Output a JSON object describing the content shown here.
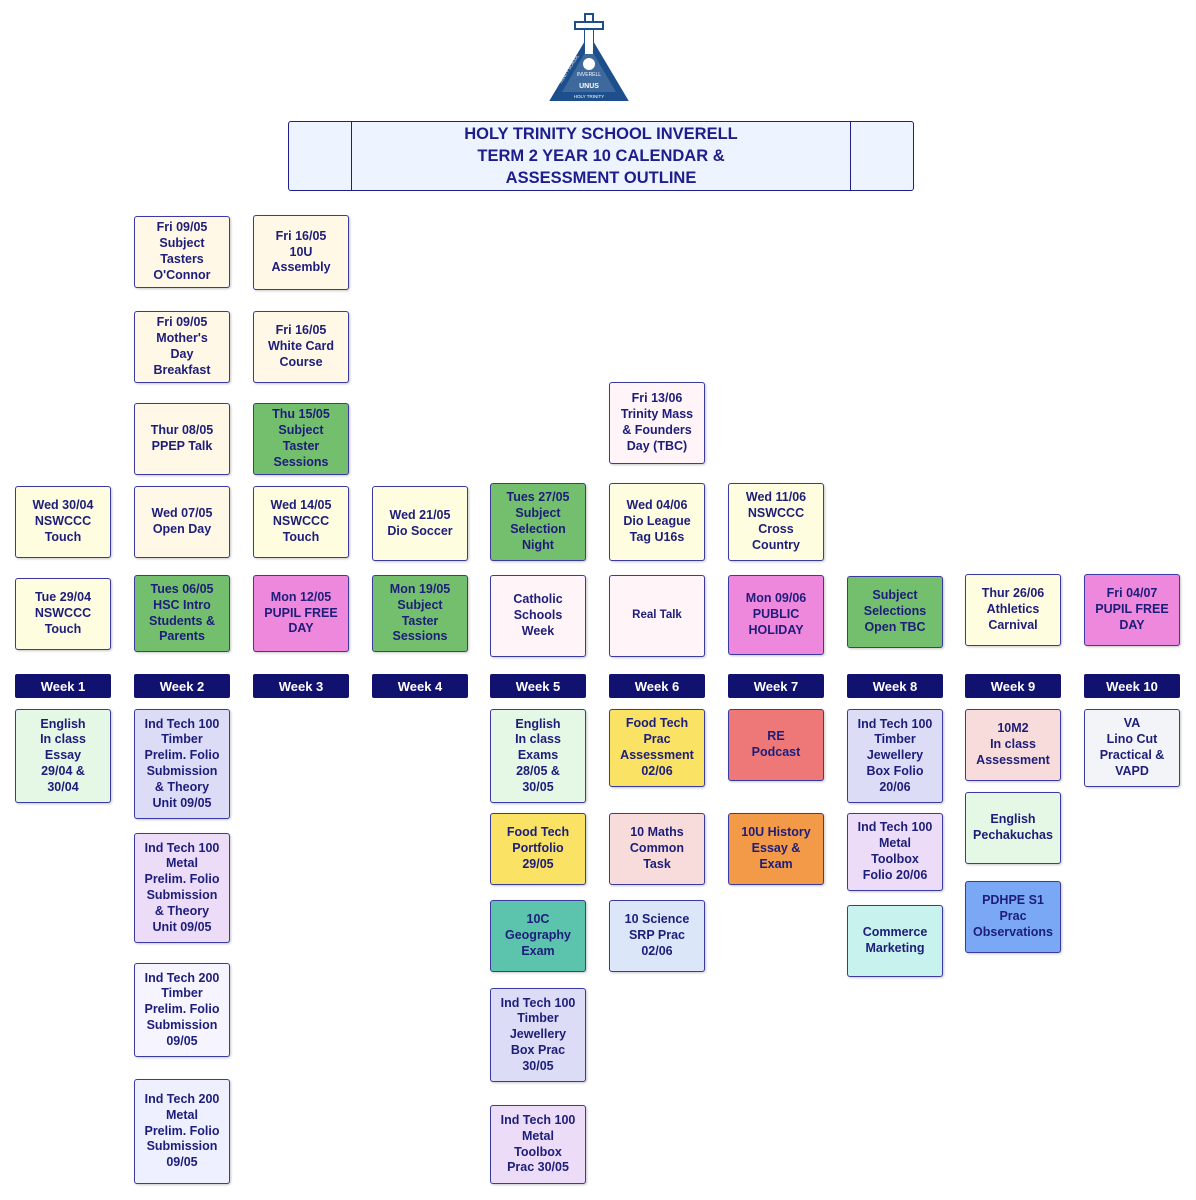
{
  "title": {
    "line1": "HOLY TRINITY SCHOOL INVERELL",
    "line2": "TERM 2 YEAR 10 CALENDAR &",
    "line3": "ASSESSMENT OUTLINE"
  },
  "logo": {
    "icon": "school-crest-icon",
    "motto": "UNUS",
    "name_top": "TRINITY SCHOOL",
    "place": "INVERELL",
    "name_bottom": "HOLY TRINITY"
  },
  "colors": {
    "week_bar": "#111170",
    "green": "#74bf6e",
    "pink": "#ee88dd",
    "cream": "#fff8e6",
    "pale_yellow": "#fffde0",
    "yellow": "#f9e264",
    "teal": "#5cc3ad",
    "lavender": "#dcdcf7",
    "light_purple": "#ecdcf7",
    "light_green": "#e5f7e5",
    "light_pink": "#f8dcdc",
    "red": "#ee7878",
    "orange": "#f29a48",
    "cyan": "#c8f2ee",
    "light_blue": "#dce6f9",
    "blue": "#7aa8f4"
  },
  "weeks": [
    "Week 1",
    "Week 2",
    "Week 3",
    "Week 4",
    "Week 5",
    "Week 6",
    "Week 7",
    "Week 8",
    "Week 9",
    "Week 10"
  ],
  "events": [
    "Wed 30/04\nNSWCCC\nTouch",
    "Tue 29/04\nNSWCCC\nTouch",
    "Fri 09/05\nSubject\nTasters\nO'Connor",
    "Fri 09/05\nMother's\nDay\nBreakfast",
    "Thur 08/05\nPPEP Talk",
    "Wed 07/05\nOpen Day",
    "Tues 06/05\nHSC Intro\nStudents &\nParents",
    "Fri 16/05\n10U\nAssembly",
    "Fri 16/05\nWhite Card\nCourse",
    "Thu 15/05\nSubject\nTaster\nSessions",
    "Wed 14/05\nNSWCCC\nTouch",
    "Mon 12/05\nPUPIL FREE\nDAY",
    "Wed 21/05\nDio Soccer",
    "Mon 19/05\nSubject\nTaster\nSessions",
    "Tues 27/05\nSubject\nSelection\nNight",
    "Catholic\nSchools\nWeek",
    "Fri 13/06\nTrinity Mass\n& Founders\nDay (TBC)",
    "Wed 04/06\nDio League\nTag U16s",
    "Real Talk",
    "Wed 11/06\nNSWCCC\nCross\nCountry",
    "Mon 09/06\nPUBLIC\nHOLIDAY",
    "Subject\nSelections\nOpen TBC",
    "Thur 26/06\nAthletics\nCarnival",
    "Fri 04/07\nPUPIL FREE\nDAY"
  ],
  "assessments": [
    "English\nIn class\nEssay\n29/04 &\n30/04",
    "Ind Tech 100\nTimber\nPrelim. Folio\nSubmission\n& Theory\nUnit 09/05",
    "Ind Tech 100\nMetal\nPrelim. Folio\nSubmission\n& Theory\nUnit 09/05",
    "Ind Tech 200\nTimber\nPrelim. Folio\nSubmission\n09/05",
    "Ind Tech 200\nMetal\nPrelim. Folio\nSubmission\n09/05",
    "English\nIn class\nExams\n28/05 &\n30/05",
    "Food Tech\nPortfolio\n29/05",
    "10C\nGeography\nExam",
    "Ind Tech 100\nTimber\nJewellery\nBox Prac\n30/05",
    "Ind Tech 100\nMetal\nToolbox\nPrac 30/05",
    "Food Tech\nPrac\nAssessment\n02/06",
    "10 Maths\nCommon\nTask",
    "10 Science\nSRP Prac\n02/06",
    "RE\nPodcast",
    "10U History\nEssay &\nExam",
    "Ind Tech 100\nTimber\nJewellery\nBox Folio\n20/06",
    "Ind Tech 100\nMetal\nToolbox\nFolio 20/06",
    "Commerce\nMarketing",
    "10M2\nIn class\nAssessment",
    "English\nPechakuchas",
    "PDHPE S1\nPrac\nObservations",
    "VA\nLino Cut\nPractical &\nVAPD"
  ]
}
